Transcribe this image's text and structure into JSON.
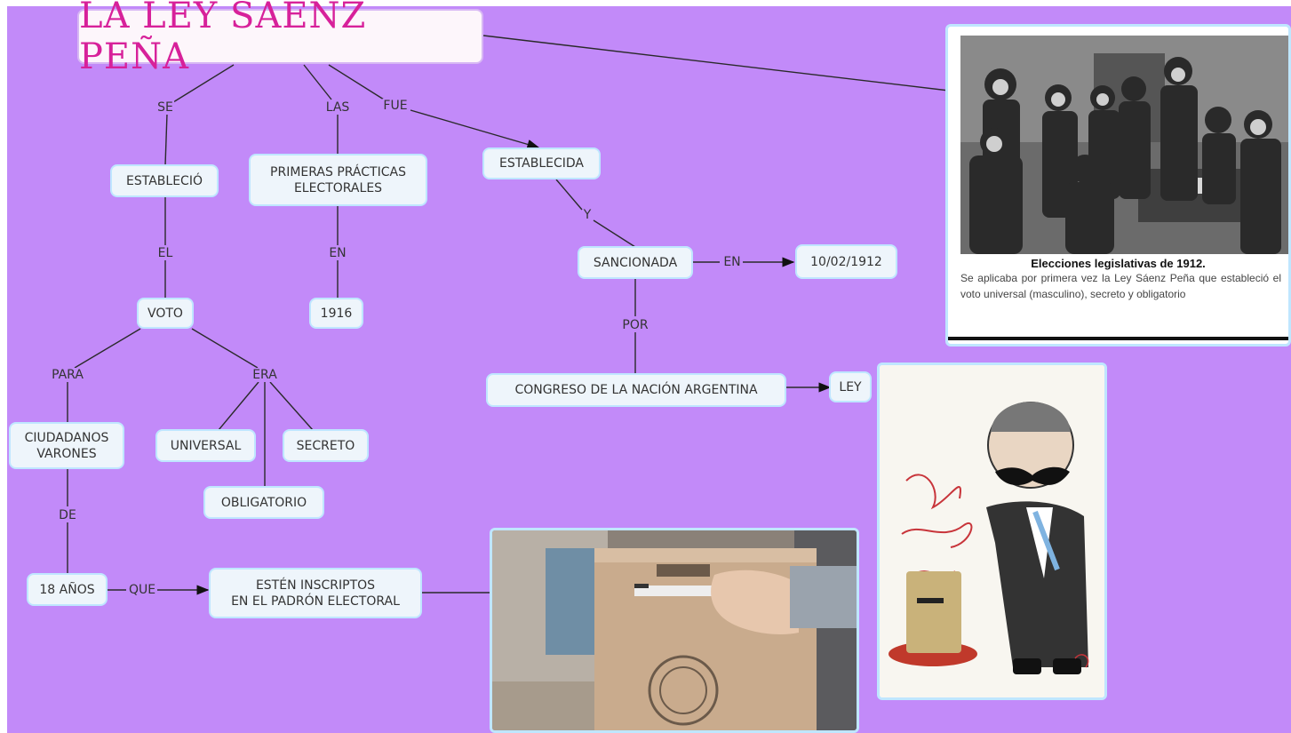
{
  "title": "LA LEY SAENZ PEÑA",
  "nodes": {
    "establecio": "ESTABLECIÓ",
    "primeras": "PRIMERAS PRÁCTICAS\nELECTORALES",
    "establecida": "ESTABLECIDA",
    "sancionada": "SANCIONADA",
    "fecha": "10/02/1912",
    "anio": "1916",
    "voto": "VOTO",
    "congreso": "CONGRESO DE LA NACIÓN ARGENTINA",
    "ley": "LEY",
    "ciudadanos": "CIUDADANOS\nVARONES",
    "universal": "UNIVERSAL",
    "secreto": "SECRETO",
    "obligatorio": "OBLIGATORIO",
    "edad": "18 AÑOS",
    "inscriptos": "ESTÉN INSCRIPTOS\nEN EL PADRÓN ELECTORAL"
  },
  "links": {
    "se": "SE",
    "las": "LAS",
    "fue": "FUE",
    "el": "EL",
    "en1": "EN",
    "y": "Y",
    "en2": "EN",
    "por": "POR",
    "para": "PARA",
    "era": "ERA",
    "de": "DE",
    "que": "QUE"
  },
  "photo1": {
    "caption_title": "Elecciones legislativas de 1912.",
    "caption_text": "Se aplicaba por primera vez la Ley Sáenz Peña que estableció el voto universal (masculino), secreto y obligatorio"
  }
}
